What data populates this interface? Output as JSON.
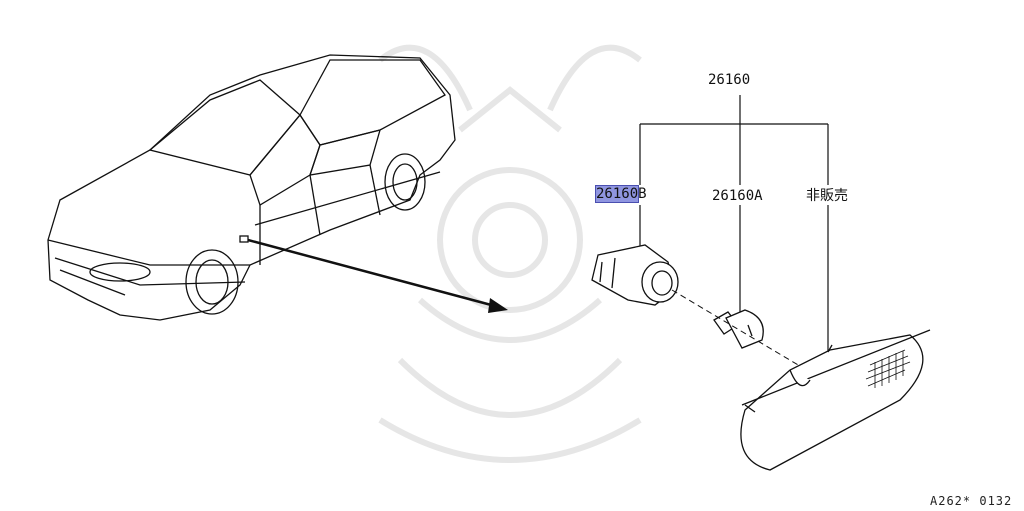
{
  "diagram": {
    "labels": {
      "assembly": "26160",
      "socket_prefix": "26160",
      "socket_suffix": "B",
      "bulb": "26160A",
      "not_for_sale": "非販売"
    },
    "ref_code": "A262* 0132",
    "colors": {
      "line": "#111111",
      "highlight": "#8f95e0",
      "watermark": "#e8e8e8"
    }
  }
}
